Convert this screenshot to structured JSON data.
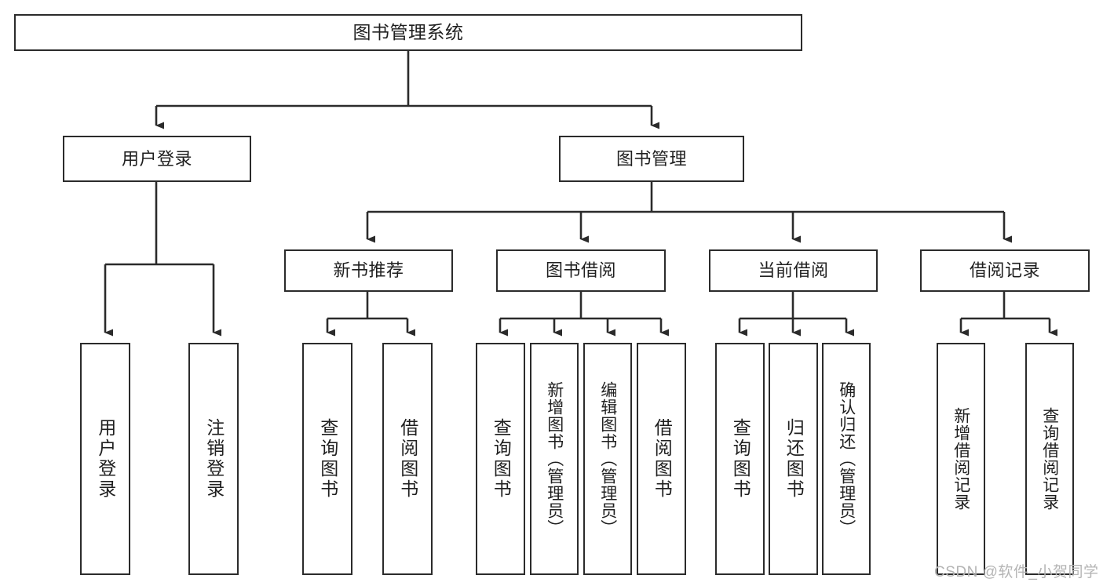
{
  "diagram": {
    "title": "图书管理系统",
    "type": "tree-hierarchy-chart",
    "watermark": "CSDN @软件_小贺同学",
    "colors": {
      "stroke": "#2b2b2b",
      "fill": "#ffffff",
      "text": "#1f1f1f",
      "watermark": "#b4b4b4"
    },
    "root": {
      "label": "图书管理系统"
    },
    "level2": [
      {
        "label": "用户登录"
      },
      {
        "label": "图书管理"
      }
    ],
    "level3": [
      {
        "label": "新书推荐"
      },
      {
        "label": "图书借阅"
      },
      {
        "label": "当前借阅"
      },
      {
        "label": "借阅记录"
      }
    ],
    "leaves": {
      "user_login": [
        {
          "label": "用户登录"
        },
        {
          "label": "注销登录"
        }
      ],
      "new_book_recommend": [
        {
          "label": "查询图书"
        },
        {
          "label": "借阅图书"
        }
      ],
      "book_borrow": [
        {
          "label": "查询图书"
        },
        {
          "label": "新增图书（管理员）"
        },
        {
          "label": "编辑图书（管理员）"
        },
        {
          "label": "借阅图书"
        }
      ],
      "current_borrow": [
        {
          "label": "查询图书"
        },
        {
          "label": "归还图书"
        },
        {
          "label": "确认归还（管理员）"
        }
      ],
      "borrow_record": [
        {
          "label": "新增借阅记录"
        },
        {
          "label": "查询借阅记录"
        }
      ]
    }
  }
}
